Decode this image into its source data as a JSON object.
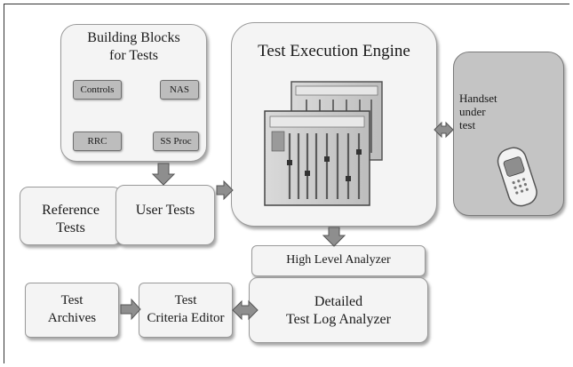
{
  "building_blocks": {
    "title_line1": "Building Blocks",
    "title_line2": "for Tests",
    "items": [
      "Controls",
      "NAS",
      "RRC",
      "SS Proc"
    ]
  },
  "reference_tests": {
    "line1": "Reference",
    "line2": "Tests"
  },
  "user_tests": {
    "label": "User Tests"
  },
  "engine": {
    "title": "Test Execution Engine"
  },
  "handset": {
    "line1": "Handset",
    "line2": "under",
    "line3": "test"
  },
  "high_level_analyzer": {
    "label": "High Level Analyzer"
  },
  "test_archives": {
    "line1": "Test",
    "line2": "Archives"
  },
  "criteria_editor": {
    "line1": "Test",
    "line2": "Criteria Editor"
  },
  "log_analyzer": {
    "line1": "Detailed",
    "line2": "Test Log Analyzer"
  },
  "colors": {
    "box_fill": "#f4f4f4",
    "pill_fill": "#bdbdbd",
    "handset_fill": "#c4c4c4",
    "arrow_fill": "#8e8e8e"
  },
  "icons": [
    "test-equipment-rack-icon",
    "handset-device-icon",
    "block-arrow-icon"
  ]
}
